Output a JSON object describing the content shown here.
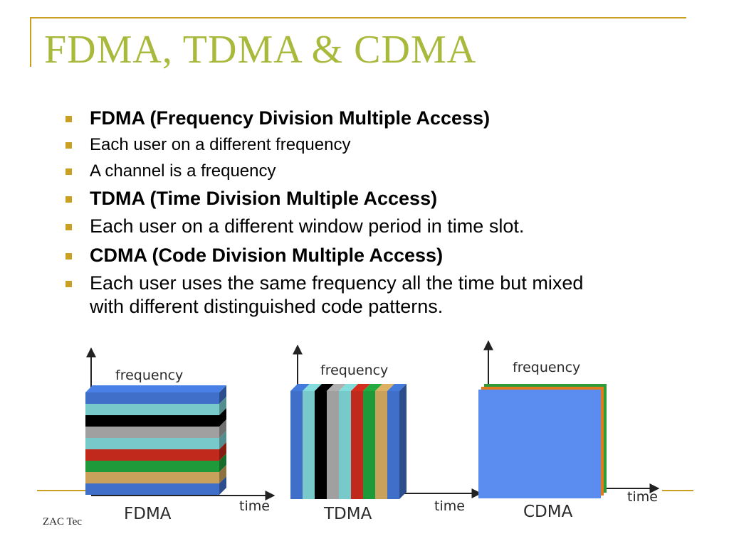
{
  "slide": {
    "title": "FDMA, TDMA & CDMA",
    "footer": "ZAC Tec"
  },
  "bullets": [
    {
      "text": "FDMA (Frequency Division Multiple Access)",
      "style": "heading"
    },
    {
      "text": "Each user on a different frequency",
      "style": "small"
    },
    {
      "text": "A channel is a frequency",
      "style": "small"
    },
    {
      "text": "TDMA (Time Division Multiple Access)",
      "style": "heading"
    },
    {
      "text": "Each user on a different window period in time slot.",
      "style": "body"
    },
    {
      "text": "CDMA (Code Division Multiple Access)",
      "style": "heading"
    },
    {
      "text": "Each user uses the same frequency all the time but mixed with different distinguished code patterns.",
      "style": "body"
    }
  ],
  "diagrams": {
    "fdma": {
      "caption": "FDMA",
      "y_axis": "frequency",
      "x_axis": "time"
    },
    "tdma": {
      "caption": "TDMA",
      "y_axis": "frequency",
      "x_axis": "time"
    },
    "cdma": {
      "caption": "CDMA",
      "y_axis": "frequency",
      "x_axis": "time"
    }
  },
  "colors": {
    "title": "#a8b93c",
    "accent": "#c9a021",
    "stripes": [
      "#3f6fc9",
      "#78c9c9",
      "#000000",
      "#a0a0a0",
      "#78c9c9",
      "#c0291b",
      "#1f9a3a",
      "#c9a15a",
      "#3f6fc9"
    ],
    "cdma_front": "#5b8df0",
    "cdma_layers": [
      "#e07a1c",
      "#2e9a3a"
    ]
  }
}
